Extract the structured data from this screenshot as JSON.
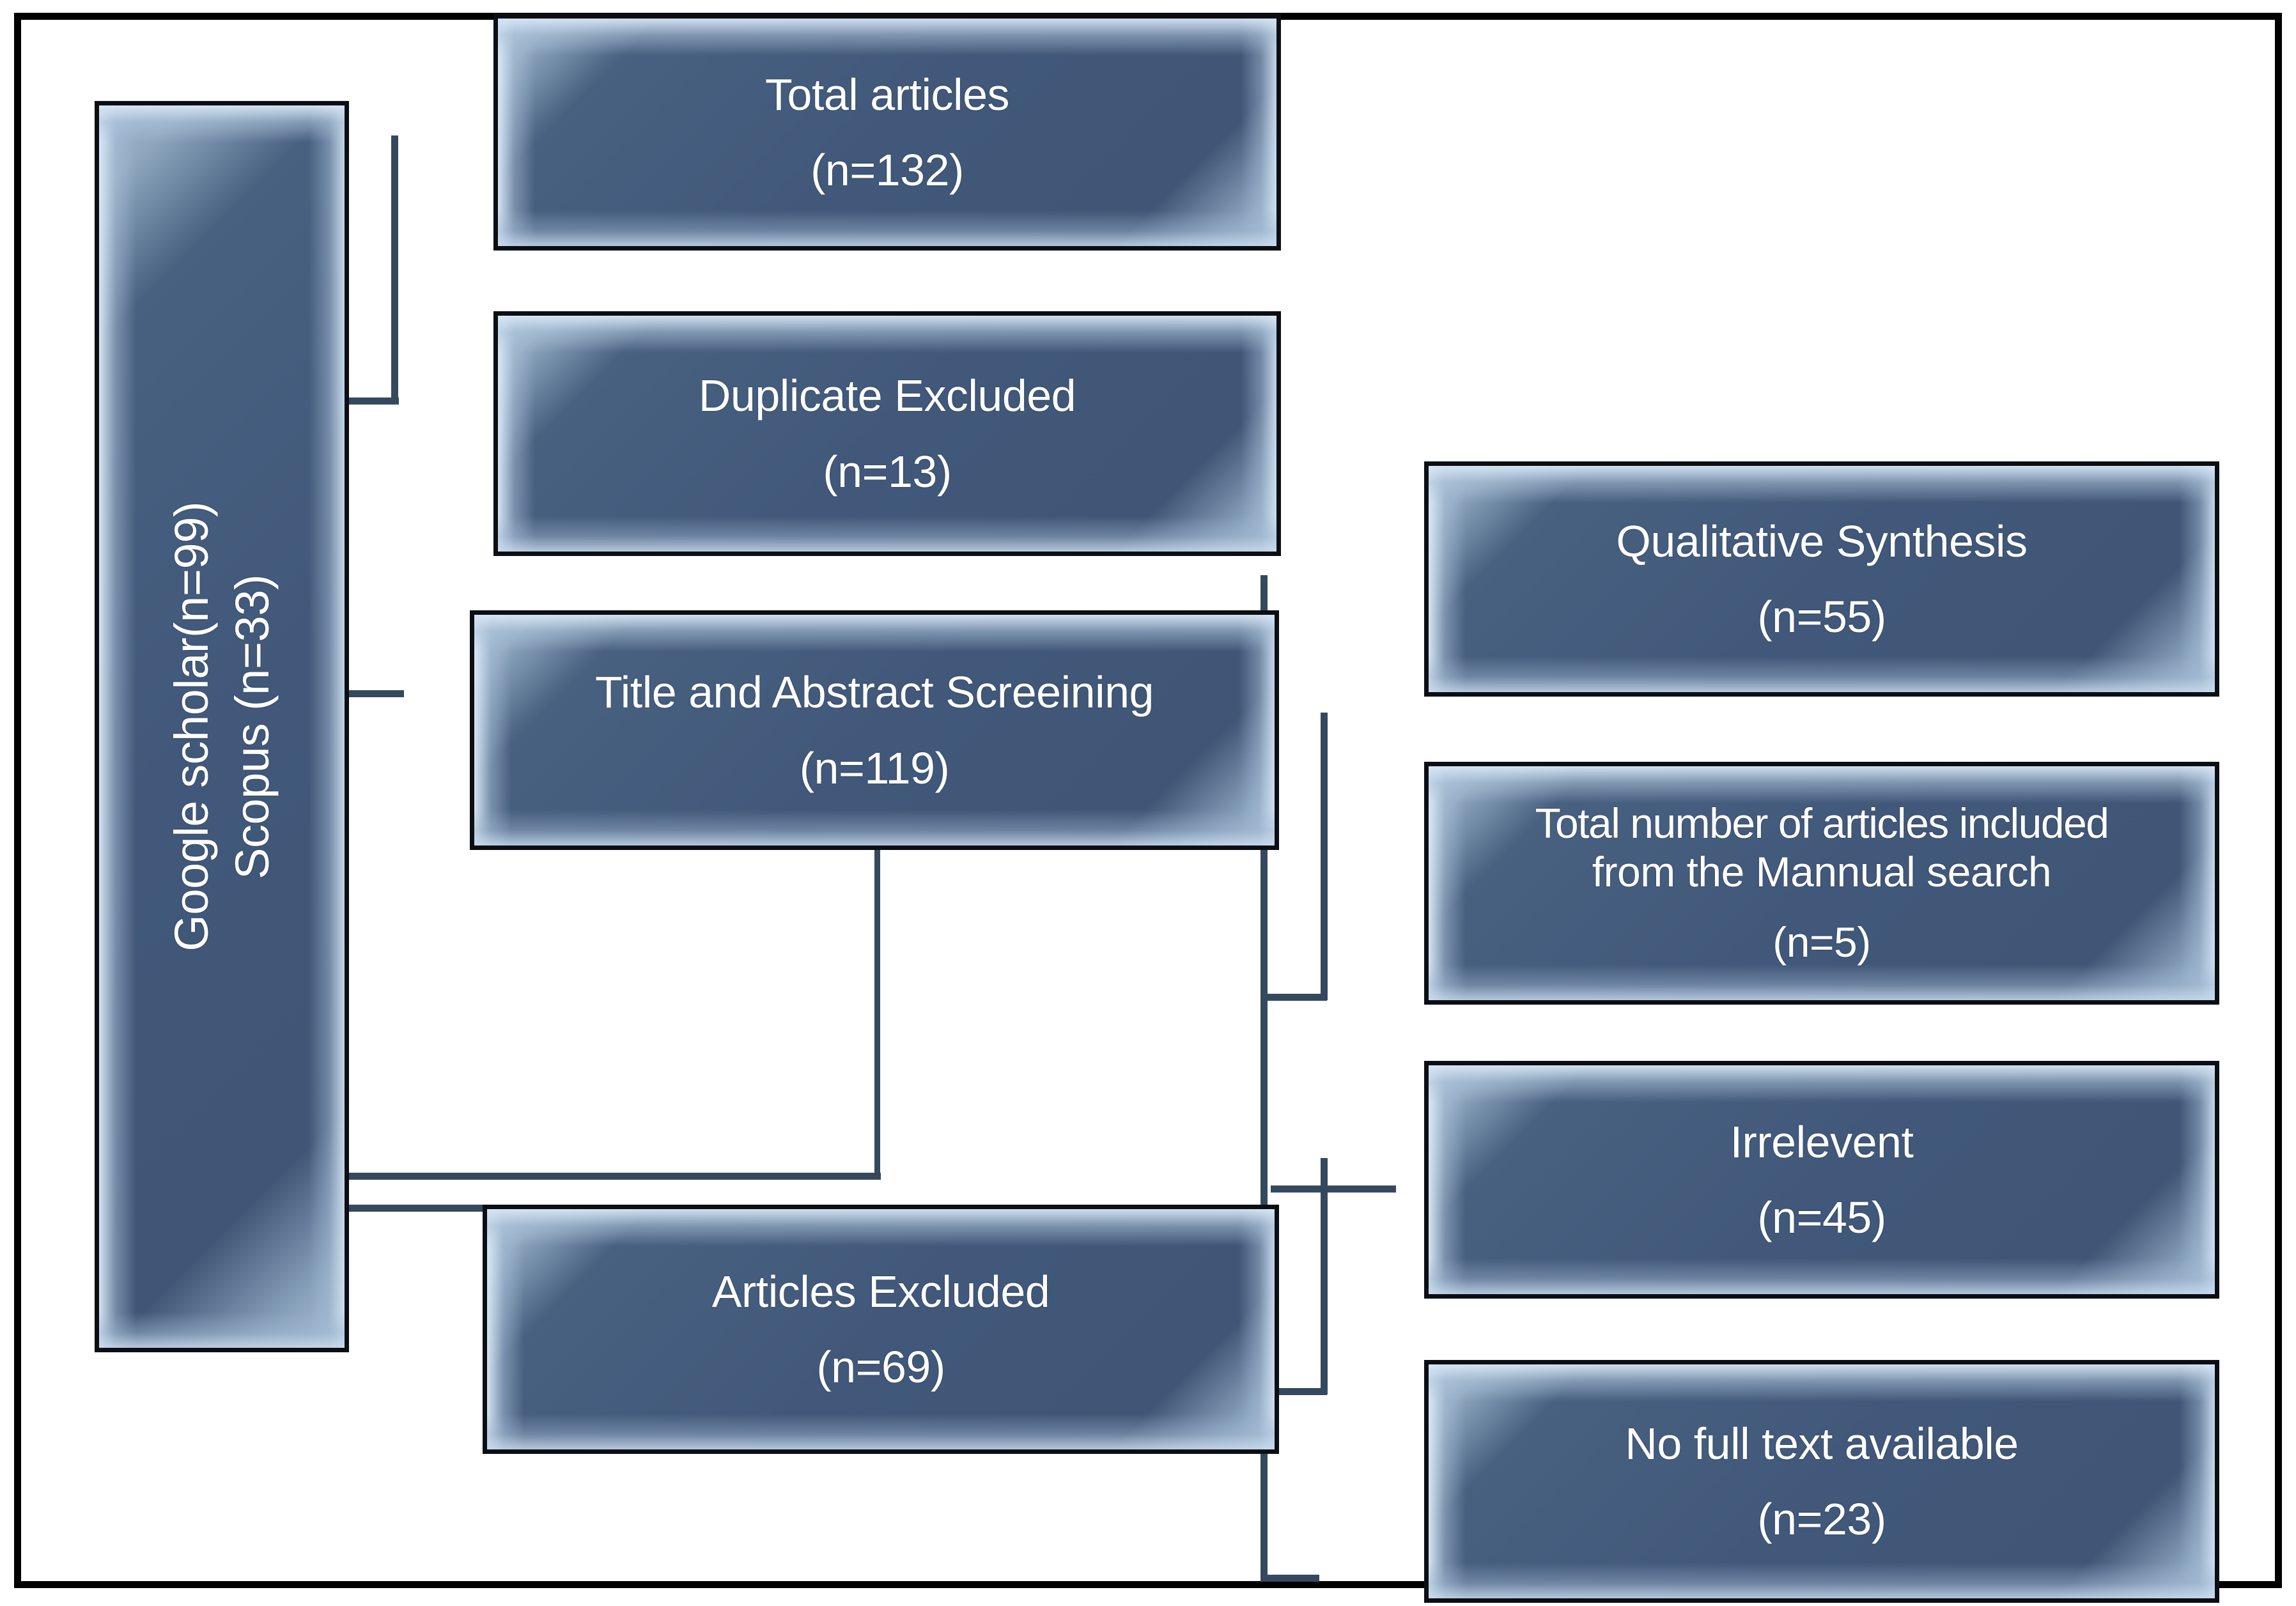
{
  "diagram": {
    "type": "prisma-flow-diagram",
    "title_text": "",
    "colors": {
      "box_fill": "#41587a",
      "box_border": "#0b0f14",
      "box_bevel_highlight": "#a8bed3",
      "connector": "#35495e",
      "frame": "#000000",
      "text": "#ffffff",
      "background": "#ffffff"
    }
  },
  "nodes": {
    "sources": {
      "name": "sources-box",
      "line1": "Google scholar(n=99)",
      "line2": "Scopus (n=33)"
    },
    "total_articles": {
      "name": "total-articles-box",
      "label": "Total articles",
      "count": "(n=132)"
    },
    "duplicate_excluded": {
      "name": "duplicate-excluded-box",
      "label": "Duplicate Excluded",
      "count": "(n=13)"
    },
    "title_abstract_screening": {
      "name": "title-abstract-screening-box",
      "label": "Title and Abstract Screeining",
      "count": "(n=119)"
    },
    "articles_excluded": {
      "name": "articles-excluded-box",
      "label": "Articles Excluded",
      "count": "(n=69)"
    },
    "qualitative_synthesis": {
      "name": "qualitative-synthesis-box",
      "label": "Qualitative Synthesis",
      "count": "(n=55)"
    },
    "manual_search": {
      "name": "manual-search-box",
      "label_line1": "Total number of articles included",
      "label_line2": "from the Mannual search",
      "count": "(n=5)"
    },
    "irrelevent": {
      "name": "irrelevent-box",
      "label": "Irrelevent",
      "count": "(n=45)"
    },
    "no_full_text": {
      "name": "no-full-text-box",
      "label": "No full text available",
      "count": "(n=23)"
    }
  },
  "chart_data": {
    "type": "flowchart",
    "title": "PRISMA literature screening flow diagram",
    "stages": [
      {
        "id": "sources",
        "label": "Google scholar(n=99) / Scopus (n=33)",
        "n": 132
      },
      {
        "id": "total",
        "label": "Total articles",
        "n": 132
      },
      {
        "id": "duplicates",
        "label": "Duplicate Excluded",
        "n": 13
      },
      {
        "id": "screening",
        "label": "Title and Abstract Screeining",
        "n": 119
      },
      {
        "id": "excluded",
        "label": "Articles Excluded",
        "n": 69
      },
      {
        "id": "irrelevent",
        "label": "Irrelevent",
        "n": 45
      },
      {
        "id": "nofulltext",
        "label": "No full text available",
        "n": 23
      },
      {
        "id": "manual",
        "label": "Total number of articles included from the Mannual search",
        "n": 5
      },
      {
        "id": "qualitative",
        "label": "Qualitative Synthesis",
        "n": 55
      }
    ],
    "edges": [
      {
        "from": "sources",
        "to": "total"
      },
      {
        "from": "sources",
        "to": "duplicates"
      },
      {
        "from": "sources",
        "to": "screening"
      },
      {
        "from": "screening",
        "to": "excluded"
      },
      {
        "from": "excluded",
        "to": "irrelevent"
      },
      {
        "from": "excluded",
        "to": "nofulltext"
      },
      {
        "from": "manual",
        "to": "qualitative"
      },
      {
        "from": "screening",
        "to": "qualitative"
      }
    ]
  }
}
